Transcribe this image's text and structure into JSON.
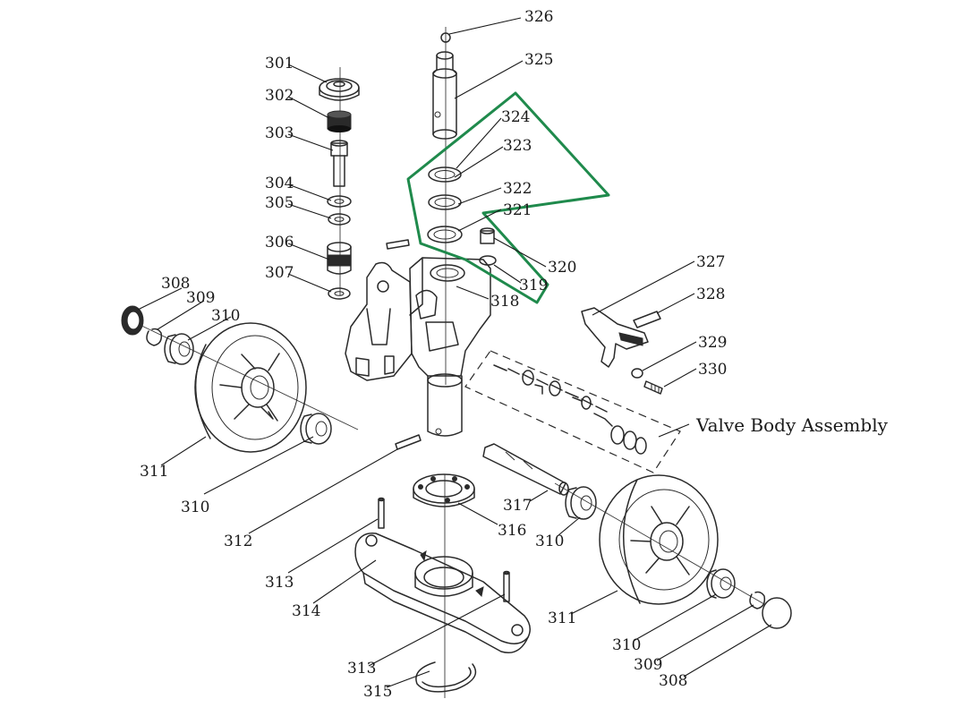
{
  "diagram": {
    "callout_title": "Valve Body Assembly",
    "highlight_color": "#1f8a4c",
    "part_labels": {
      "p301": "301",
      "p302": "302",
      "p303": "303",
      "p304": "304",
      "p305": "305",
      "p306": "306",
      "p307": "307",
      "p308a": "308",
      "p309a": "309",
      "p310a": "310",
      "p311a": "311",
      "p310b": "310",
      "p312": "312",
      "p313a": "313",
      "p314": "314",
      "p313b": "313",
      "p315": "315",
      "p316": "316",
      "p317": "317",
      "p310c": "310",
      "p311b": "311",
      "p310d": "310",
      "p309b": "309",
      "p308b": "308",
      "p318": "318",
      "p319": "319",
      "p320": "320",
      "p321": "321",
      "p322": "322",
      "p323": "323",
      "p324": "324",
      "p325": "325",
      "p326": "326",
      "p327": "327",
      "p328": "328",
      "p329": "329",
      "p330": "330"
    }
  }
}
